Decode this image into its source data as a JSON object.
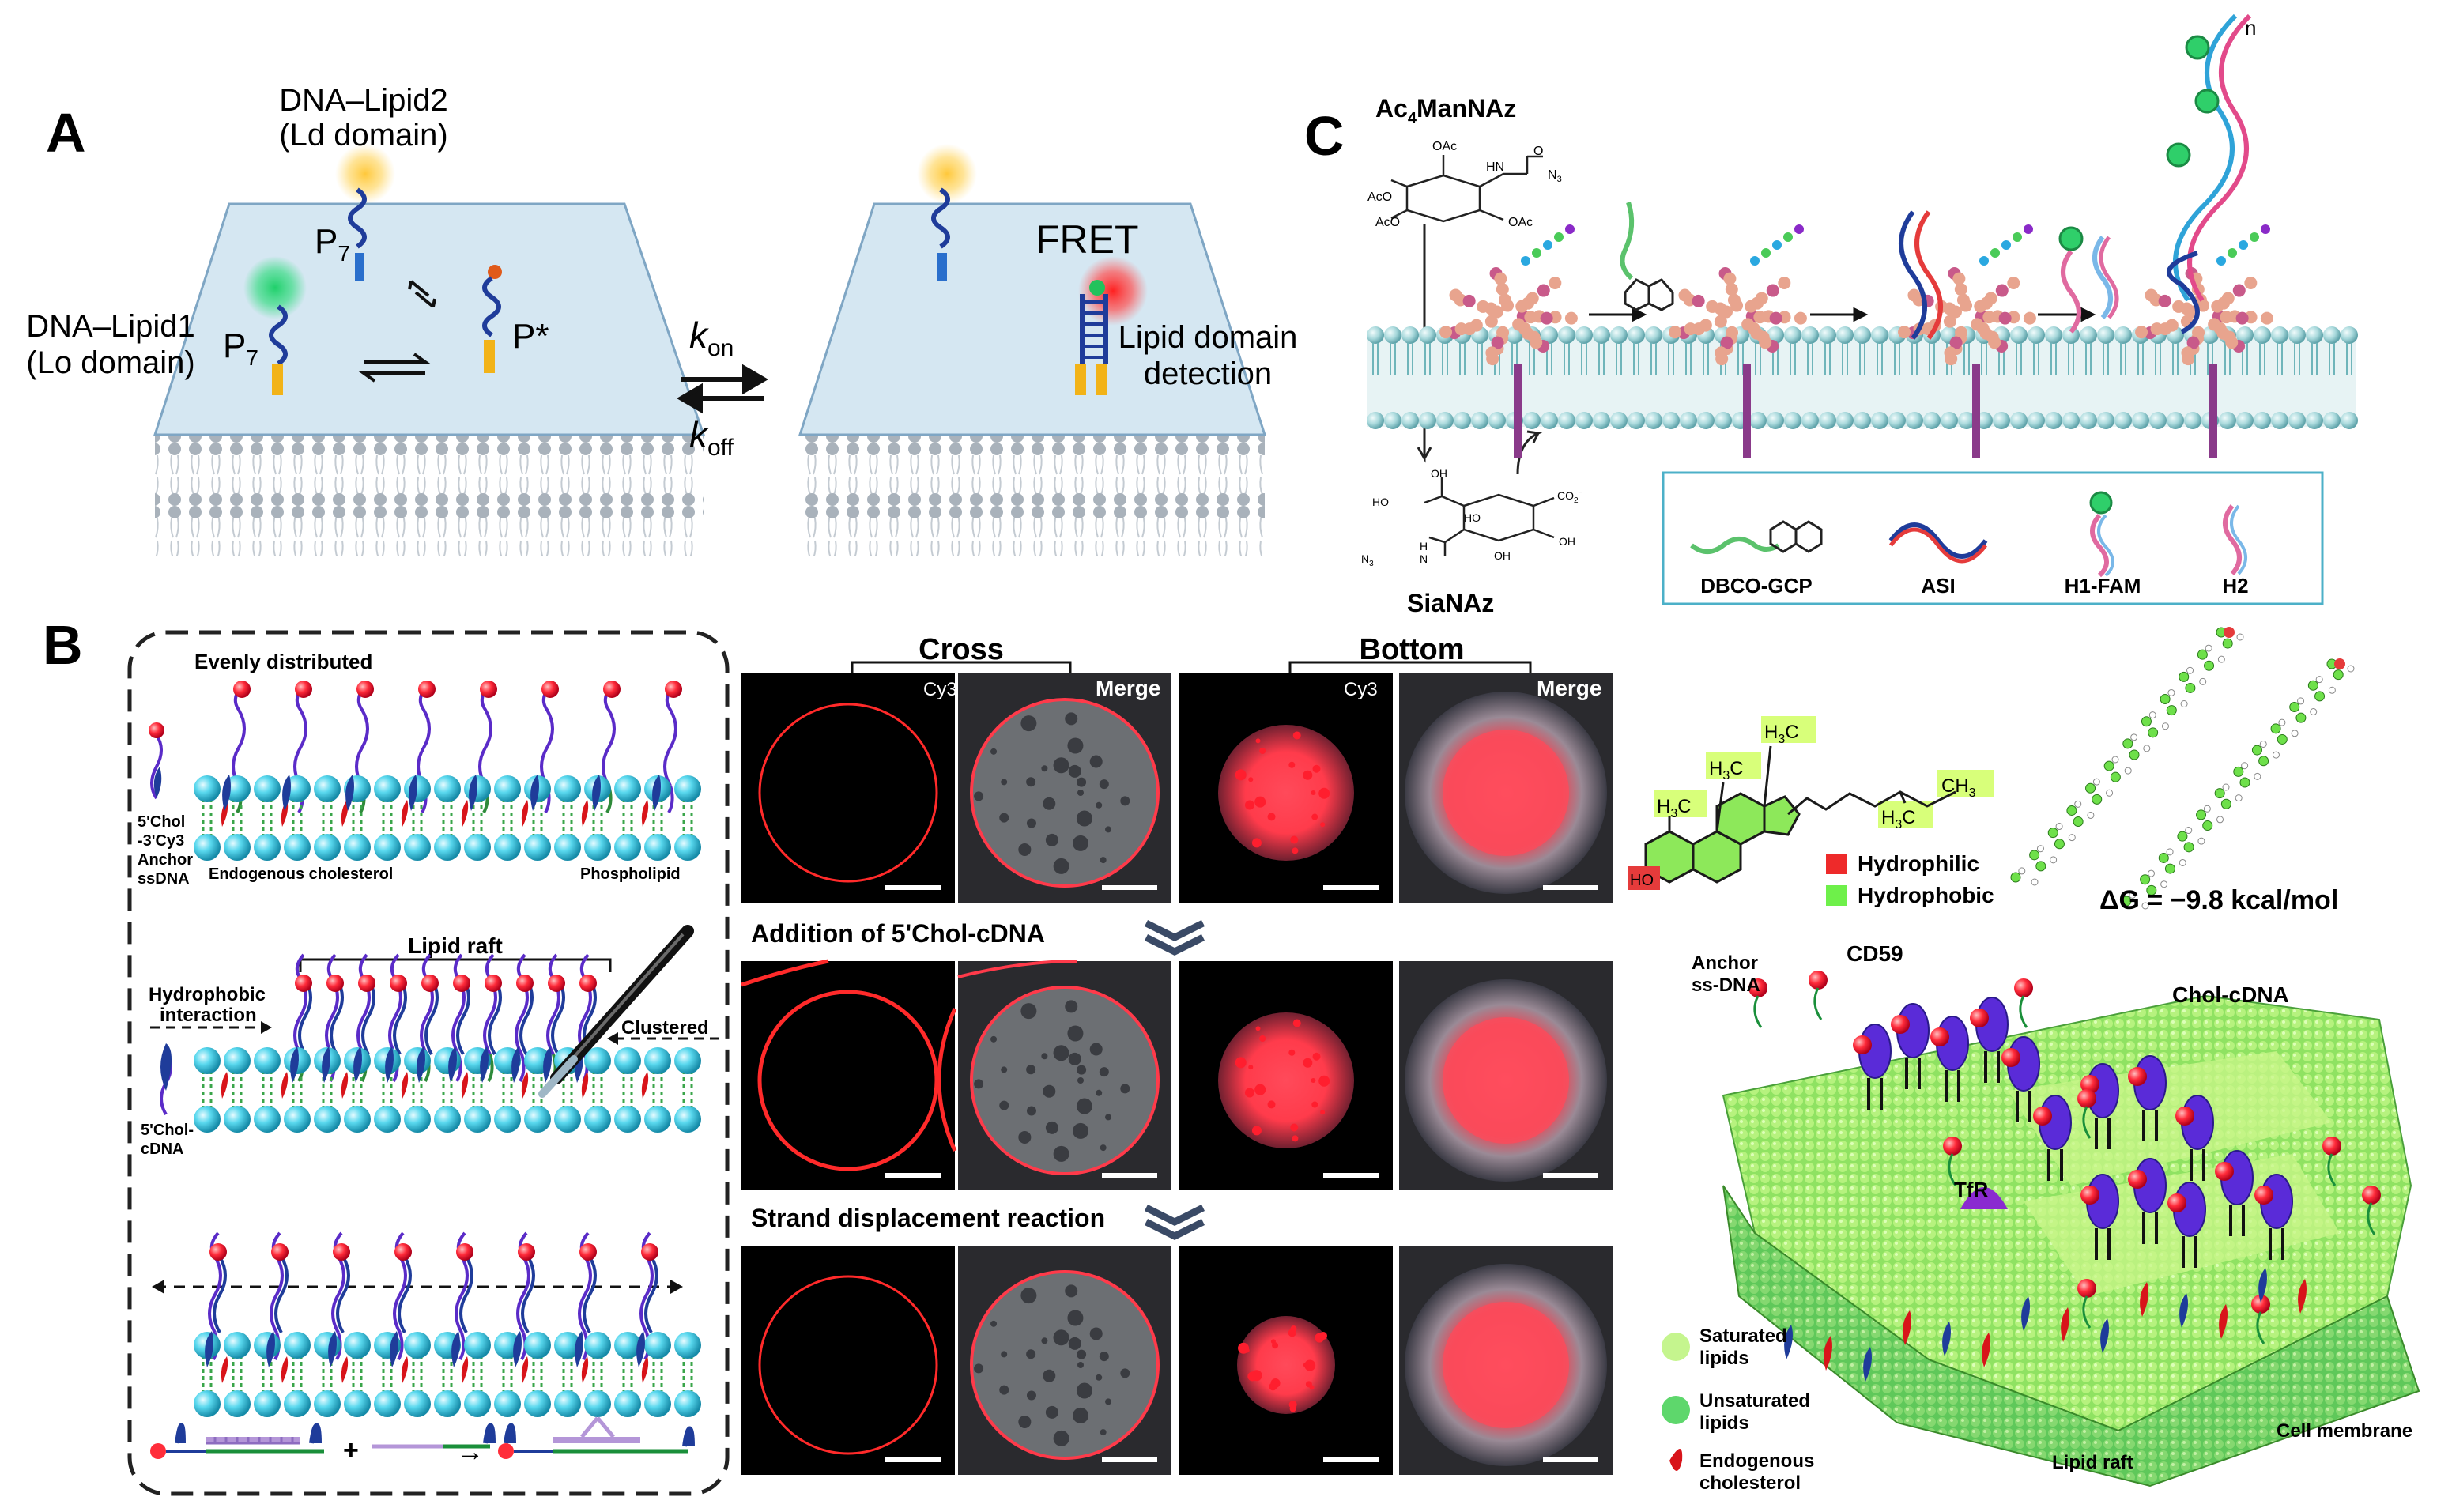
{
  "panels": {
    "a": {
      "label": "A",
      "dna_lipid2": "DNA–Lipid2",
      "ld_domain": "(Ld domain)",
      "dna_lipid1": "DNA–Lipid1",
      "lo_domain": "(Lo domain)",
      "p7": "P",
      "p7_sub": "7",
      "p_star": "P*",
      "k_on": "k",
      "k_on_sub": "on",
      "k_off": "k",
      "k_off_sub": "off",
      "fret": "FRET",
      "lipid_domain": "Lipid domain",
      "detection": "detection"
    },
    "b": {
      "label": "B",
      "evenly_distributed": "Evenly  distributed",
      "chol_cy3_1": "5'Chol",
      "chol_cy3_2": "-3'Cy3",
      "anchor_1": "Anchor",
      "anchor_2": "ssDNA",
      "endogenous_cholesterol": "Endogenous cholesterol",
      "phospholipid": "Phospholipid",
      "lipid_raft": "Lipid raft",
      "hydrophobic_1": "Hydrophobic",
      "hydrophobic_2": "interaction",
      "clustered": "Clustered",
      "chol_cdna_1": "5'Chol-",
      "chol_cdna_2": "cDNA",
      "cross": "Cross",
      "bottom": "Bottom",
      "cy3": "Cy3",
      "merge": "Merge",
      "addition": "Addition of  5'Chol-cDNA",
      "strand_displacement": "Strand displacement reaction",
      "plus": "+",
      "right_arrow": "→",
      "hydrophilic": "Hydrophilic",
      "hydrophobic": "Hydrophobic",
      "delta_g": "ΔG = −9.8 kcal/mol",
      "h3c": "H",
      "h3c_sub": "3",
      "h3c_c": "C",
      "ch3": "CH",
      "ch3_sub": "3",
      "ho": "HO",
      "anchor_ss_1": "Anchor",
      "anchor_ss_2": "ss-DNA",
      "cd59": "CD59",
      "chol_cdna": "Chol-cDNA",
      "tfr": "TfR",
      "saturated_1": "Saturated",
      "saturated_2": "lipids",
      "unsaturated_1": "Unsaturated",
      "unsaturated_2": "lipids",
      "endogenous_1": "Endogenous",
      "endogenous_2": "cholesterol",
      "lipid_raft_3d": "Lipid raft",
      "cell_membrane": "Cell membrane"
    },
    "c": {
      "label": "C",
      "ac4mannaz": "Ac",
      "ac4mannaz_sub": "4",
      "ac4mannaz_rest": "ManNAz",
      "sianaz": "SiaNAz",
      "oac": "OAc",
      "aco": "AcO",
      "n3": "N",
      "n3_sub": "3",
      "hn": "HN",
      "o": "O",
      "ho": "HO",
      "oh": "OH",
      "co2": "CO",
      "co2_sub": "2",
      "co2_sup": "−",
      "h": "H",
      "n": "N",
      "n_sup": "n",
      "legend": [
        "DBCO-GCP",
        "ASI",
        "H1-FAM",
        "H2"
      ]
    }
  },
  "colors": {
    "membrane_panel": "#d5e7f2",
    "lipid_head_gray": "#a8b0b8",
    "lipid_head_cyan": "#4fd9ee",
    "lipid_head_teal": "#9fd3d6",
    "dna_blue": "#1f3c9a",
    "fluor_red": "#ff2d2d",
    "fluor_green": "#2fcf6a",
    "fluor_yellow": "#ffce3a",
    "anchor_yellow": "#f2b318",
    "anchor_blue": "#2a6fcc",
    "raft_green": "#9ee860",
    "cholesterol_red": "#d8141a",
    "protein_purple": "#5a2bd8"
  }
}
